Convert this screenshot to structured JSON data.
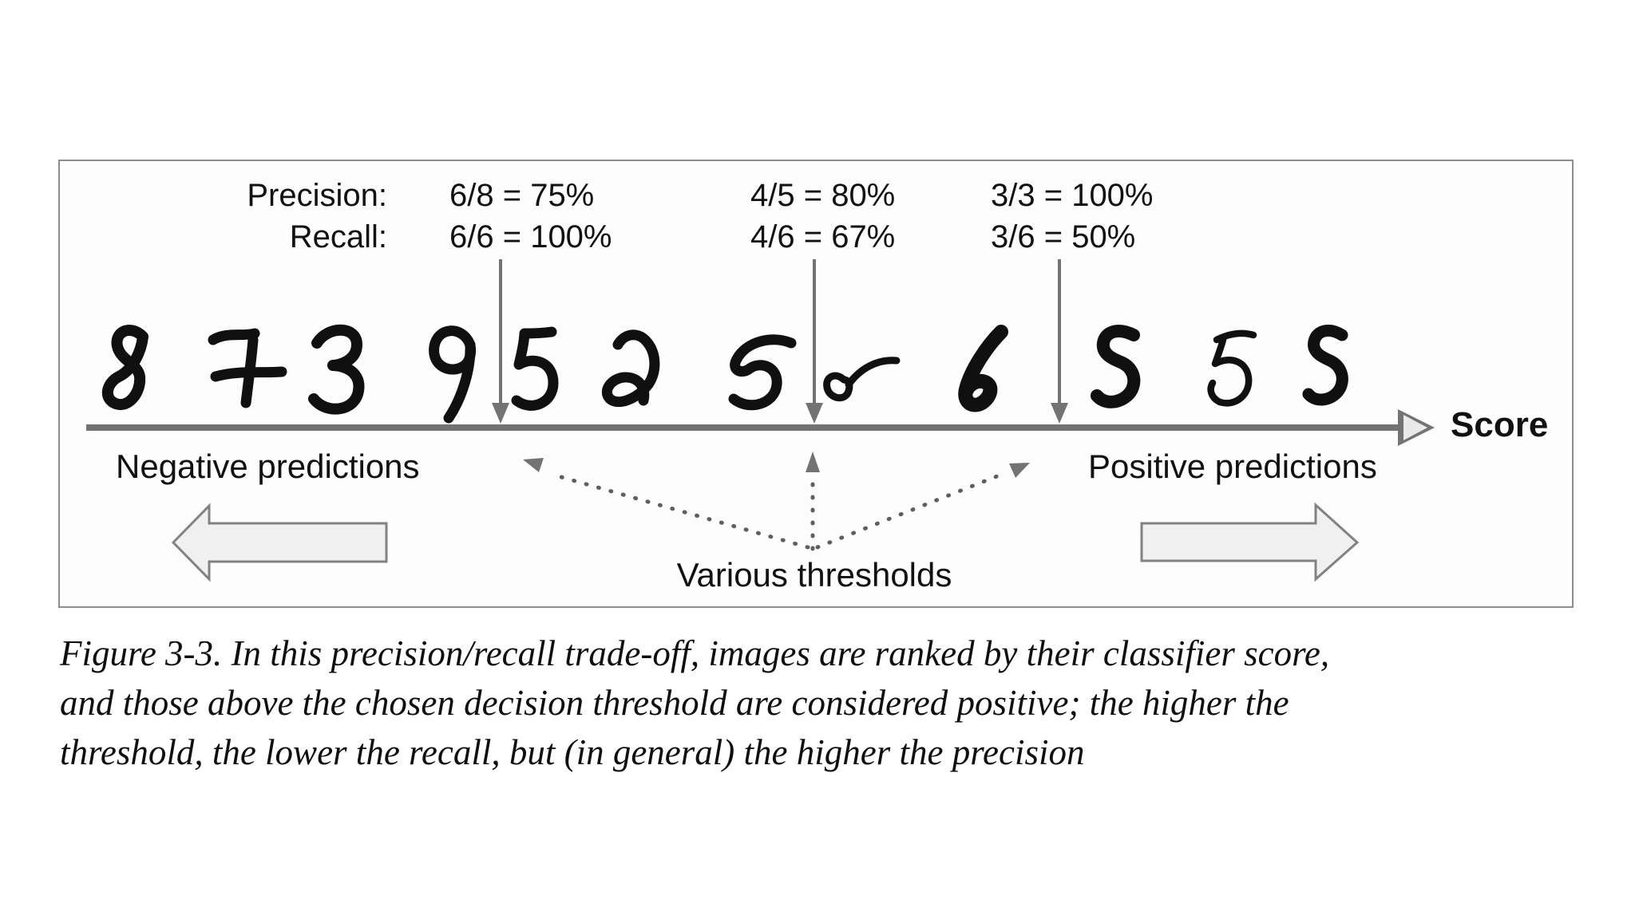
{
  "figure": {
    "metrics": {
      "precision_label": "Precision:",
      "recall_label": "Recall:",
      "columns": [
        {
          "precision": "6/8 = 75%",
          "recall": "6/6 = 100%"
        },
        {
          "precision": "4/5 = 80%",
          "recall": "4/6 = 67%"
        },
        {
          "precision": "3/3 = 100%",
          "recall": "3/6 = 50%"
        }
      ]
    },
    "digits": [
      "8",
      "7",
      "3",
      "9",
      "5",
      "2",
      "5",
      "5",
      "6",
      "5",
      "5",
      "5"
    ],
    "axis_label": "Score",
    "negative_label": "Negative predictions",
    "positive_label": "Positive predictions",
    "thresholds_label": "Various thresholds"
  },
  "caption": {
    "lines": [
      "Figure 3-3. In this precision/recall trade-off, images are ranked by their classifier score,",
      "and those above the chosen decision threshold are considered positive; the higher the",
      "threshold, the lower the recall, but (in general) the higher the precision"
    ]
  },
  "colors": {
    "box_border": "#8d8d8d",
    "axis_gray": "#737373",
    "dotted_gray": "#5f5f5f",
    "block_arrow_fill": "#f0f0f0",
    "block_arrow_stroke": "#828282",
    "text": "#111111"
  }
}
